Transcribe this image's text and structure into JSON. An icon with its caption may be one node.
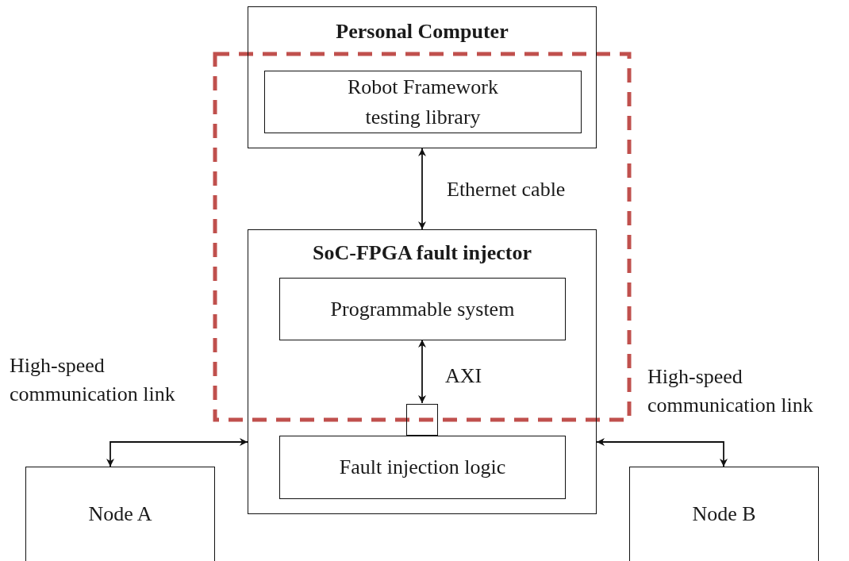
{
  "diagram": {
    "nodes": [
      {
        "text": [
          "Personal Computer"
        ]
      },
      {
        "text": [
          "Robot Framework testing library"
        ],
        "in": 0
      },
      {
        "text": [
          "SoC-FPGA fault injector"
        ]
      },
      {
        "text": [
          "Programmable system"
        ],
        "in": 2
      },
      {
        "text": [],
        "shape": "box",
        "in": 2
      },
      {
        "text": [
          "Fault injection logic"
        ],
        "in": 2
      },
      {
        "text": [
          "Node A"
        ]
      },
      {
        "text": [
          "Node B"
        ]
      }
    ],
    "edges": [
      {
        "from": 0,
        "to": 2,
        "arrow": "both",
        "label": "Ethernet cable"
      },
      {
        "from": 3,
        "to": 4,
        "arrow": "both",
        "label": "AXI"
      },
      {
        "from": 2,
        "to": 6,
        "arrow": "both",
        "label": "High-speed communication link"
      },
      {
        "from": 2,
        "to": 7,
        "arrow": "both",
        "label": "High-speed communication link"
      }
    ]
  }
}
